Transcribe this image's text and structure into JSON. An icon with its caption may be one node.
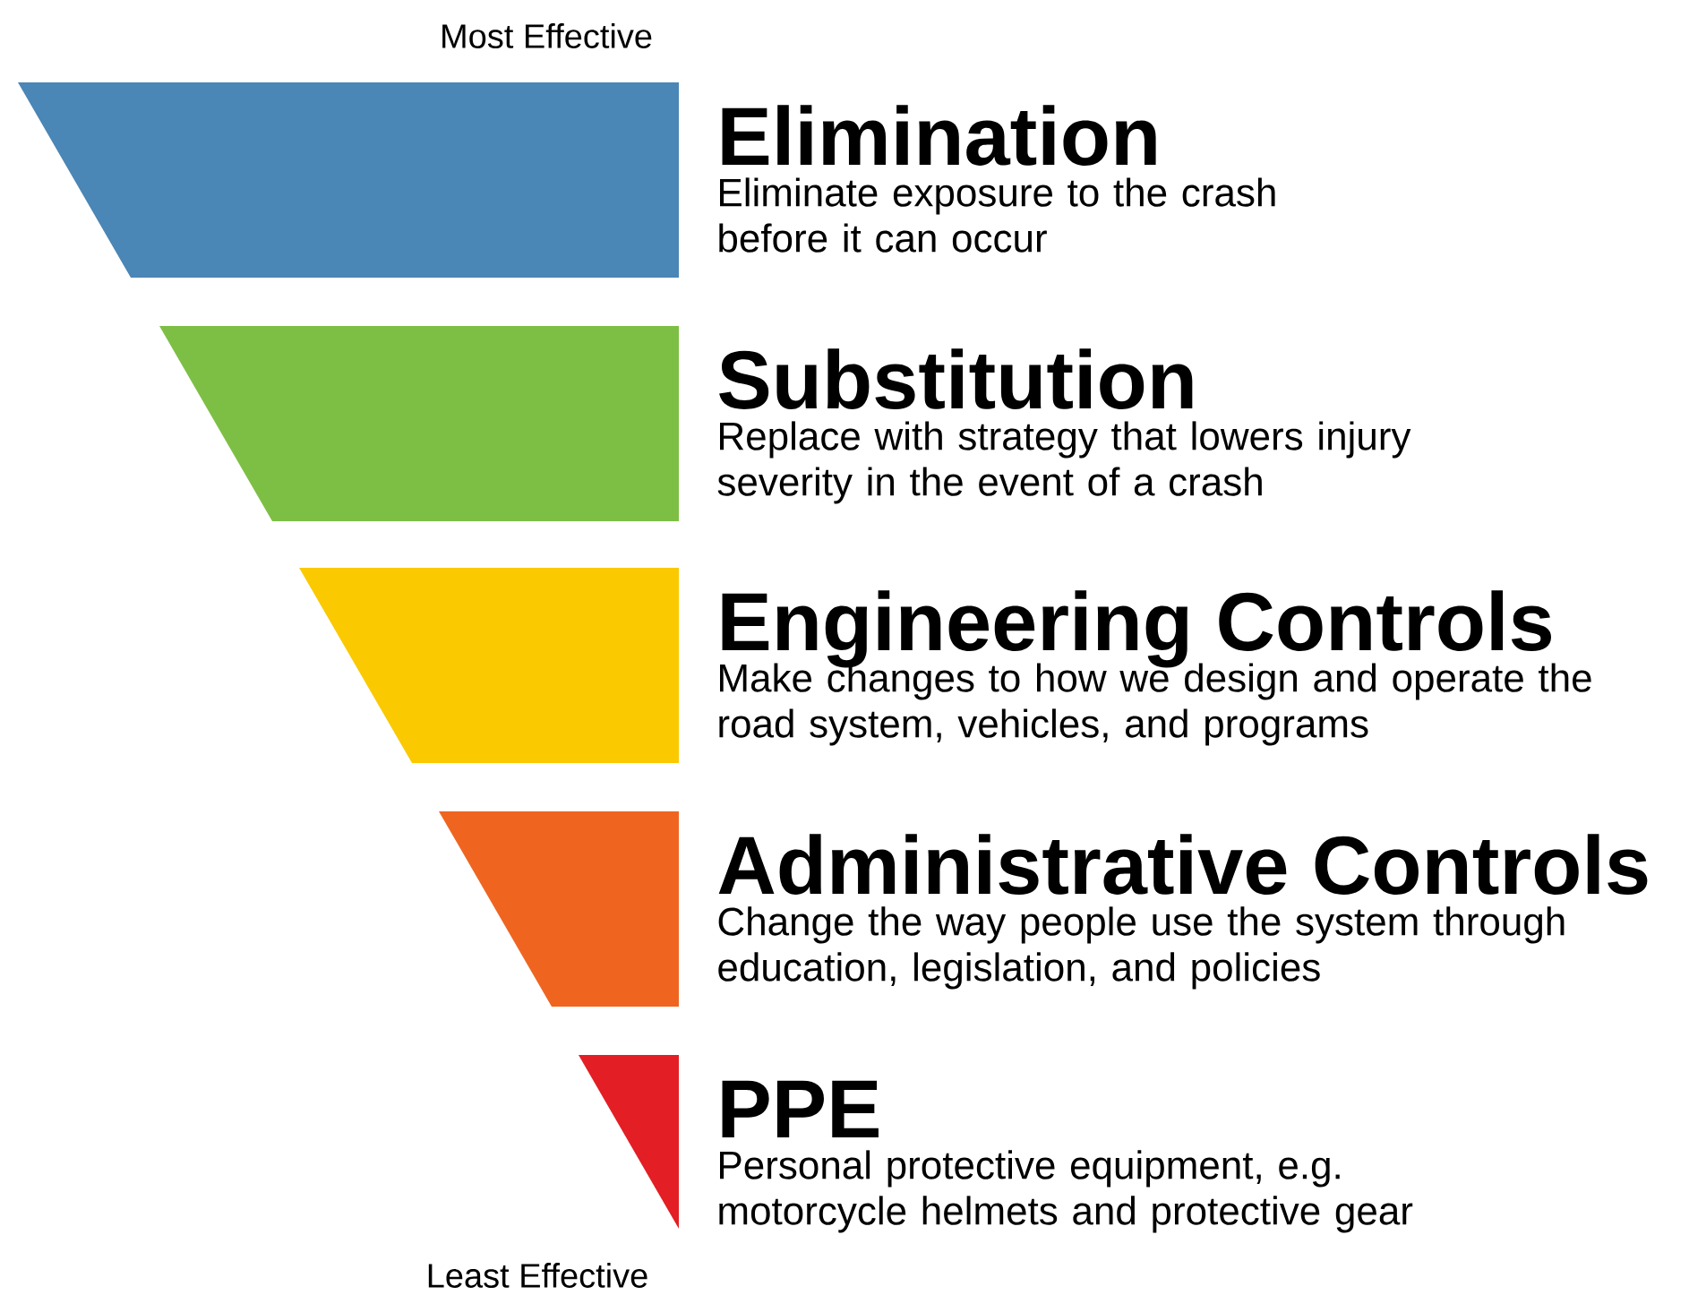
{
  "diagram": {
    "nodes": [
      {
        "text": [
          "Elimination",
          "Eliminate exposure to the crash before it can occur"
        ]
      },
      {
        "text": [
          "Substitution",
          "Replace with strategy that lowers injury severity in the event of a crash"
        ]
      },
      {
        "text": [
          "Engineering Controls",
          "Make changes to how we design and operate the road system, vehicles, and programs"
        ]
      },
      {
        "text": [
          "Administrative Controls",
          "Change the way people use the system through education, legislation, and policies"
        ]
      },
      {
        "text": [
          "PPE",
          "Personal protective equipment, e.g. motorcycle helmets and protective gear"
        ]
      }
    ],
    "labels": [
      "Most Effective",
      "Least Effective"
    ]
  }
}
